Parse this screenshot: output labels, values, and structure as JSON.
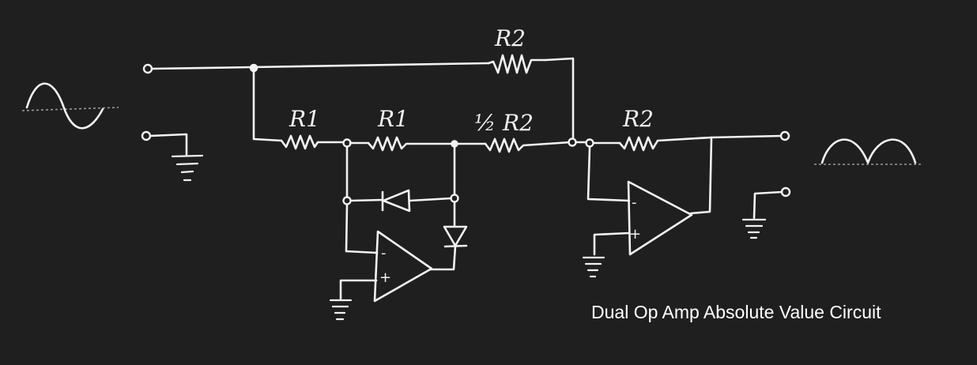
{
  "caption": "Dual Op Amp Absolute Value Circuit",
  "labels": {
    "r2_feedforward": "R2",
    "r1_input": "R1",
    "r1_feedback": "R1",
    "half_r2": "½ R2",
    "r2_feedback": "R2"
  },
  "opamp_signs": {
    "minus": "-",
    "plus": "+"
  },
  "colors": {
    "background": "#1f1f1f",
    "ink": "#f2f2f2",
    "caption": "#ffffff"
  }
}
